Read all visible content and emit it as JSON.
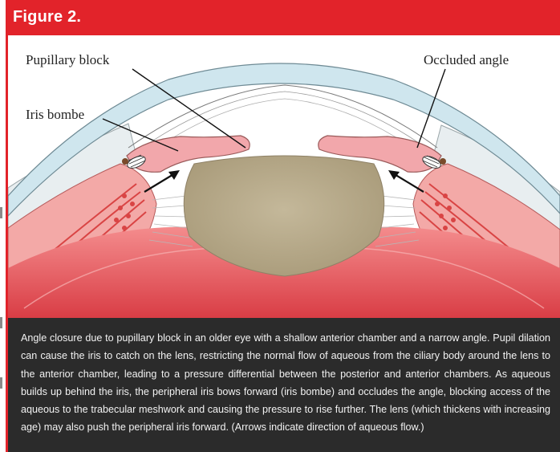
{
  "figure": {
    "title": "Figure 2.",
    "labels": {
      "pupillary_block": "Pupillary block",
      "occluded_angle": "Occluded angle",
      "iris_bombe": "Iris bombe"
    },
    "caption": "Angle closure due to pupillary block in an older eye with a shallow anterior chamber and a narrow angle. Pupil dilation can cause the iris to catch on the lens, restricting the normal flow of aqueous from the ciliary body around the lens to the anterior chamber, leading to a pressure differential between the posterior and anterior chambers. As aqueous builds up behind the iris, the peripheral iris bows forward (iris bombe) and occludes the angle, blocking access of the aqueous to the trabecular meshwork and causing the pressure to rise further. The lens (which thickens with increasing age) may also push the peripheral iris forward. (Arrows indicate direction of aqueous flow.)"
  },
  "colors": {
    "accent": "#e2232a",
    "caption_bg": "#2b2b2b",
    "cornea": "#cfe6ee",
    "lens": "#b9ac8e",
    "iris": "#f2a7ab",
    "ciliary": "#e45757",
    "vitreous": "#e55a5f"
  }
}
